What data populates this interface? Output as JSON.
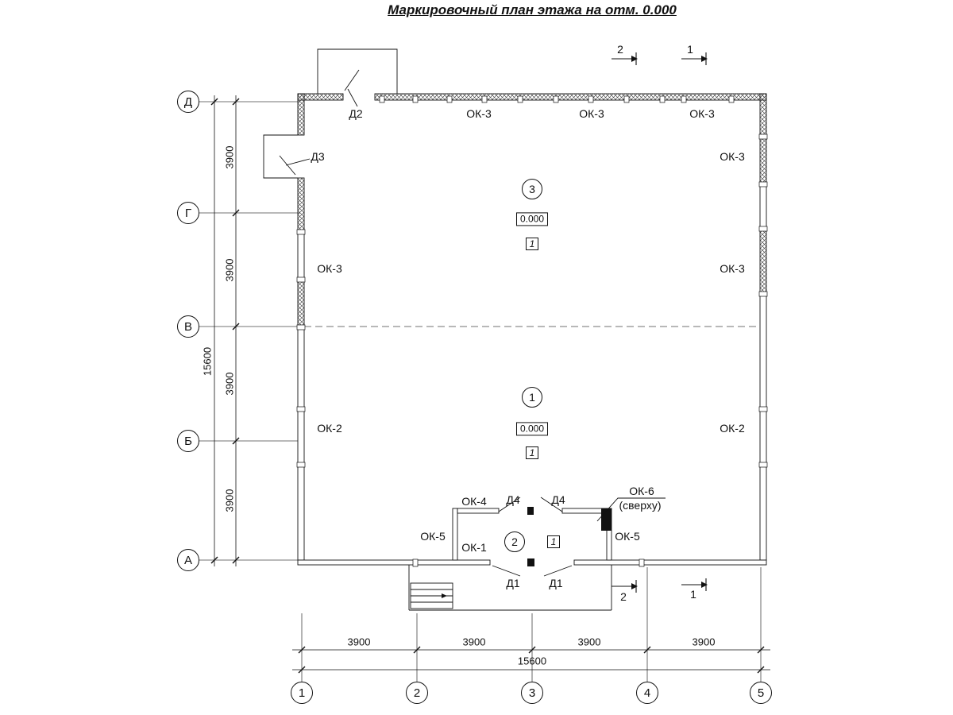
{
  "title": "Маркировочный план этажа на отм. 0.000",
  "axes": {
    "rows": [
      "Д",
      "Г",
      "В",
      "Б",
      "А"
    ],
    "cols": [
      "1",
      "2",
      "3",
      "4",
      "5"
    ]
  },
  "dims": {
    "v_total": "15600",
    "v_seg": "3900",
    "h_total": "15600",
    "h_seg": "3900"
  },
  "sections": {
    "s1": "1",
    "s2": "2"
  },
  "rooms": {
    "r1": {
      "num": "1",
      "elev": "0.000",
      "finish": "1"
    },
    "r2": {
      "num": "2",
      "finish": "1"
    },
    "r3": {
      "num": "3",
      "elev": "0.000",
      "finish": "1"
    }
  },
  "marks": {
    "d1": "Д1",
    "d2": "Д2",
    "d3": "Д3",
    "d4": "Д4",
    "ok1": "ОК-1",
    "ok2": "ОК-2",
    "ok3": "ОК-3",
    "ok4": "ОК-4",
    "ok5": "ОК-5",
    "ok6": "ОК-6",
    "ok6_note": "(сверху)"
  }
}
